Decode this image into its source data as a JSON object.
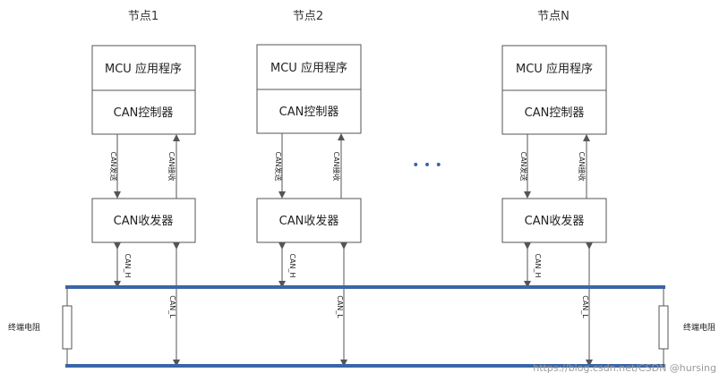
{
  "nodes": [
    {
      "title": "节点1",
      "mcu": "MCU 应用程序",
      "controller": "CAN控制器",
      "transceiver": "CAN收发器"
    },
    {
      "title": "节点2",
      "mcu": "MCU 应用程序",
      "controller": "CAN控制器",
      "transceiver": "CAN收发器"
    },
    {
      "title": "节点N",
      "mcu": "MCU 应用程序",
      "controller": "CAN控制器",
      "transceiver": "CAN收发器"
    }
  ],
  "signals": {
    "send": "CAN发送",
    "receive": "CAN接收",
    "can_h": "CAN_H",
    "can_l": "CAN_L"
  },
  "ellipsis": "• • •",
  "terminator": {
    "left": "终端电阻",
    "right": "终端电阻"
  },
  "watermark": "https://blog.csdn.net/CSDN @hursing",
  "colors": {
    "bus": "#3a66a8",
    "box_stroke": "#555555"
  }
}
